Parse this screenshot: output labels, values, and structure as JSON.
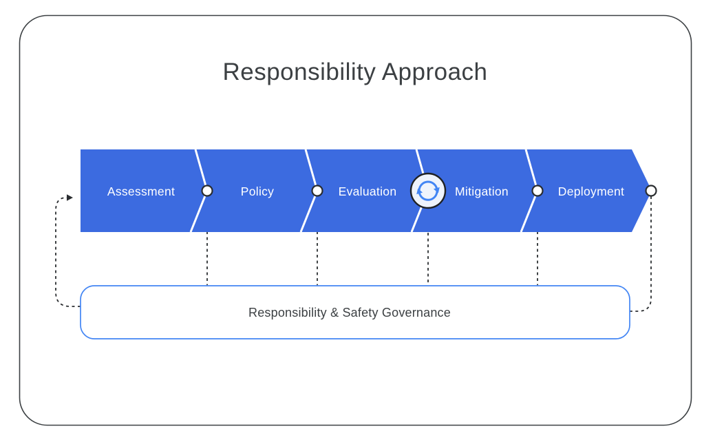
{
  "title": "Responsibility Approach",
  "process_band": {
    "stages": [
      {
        "label": "Assessment"
      },
      {
        "label": "Policy"
      },
      {
        "label": "Evaluation"
      },
      {
        "label": "Mitigation"
      },
      {
        "label": "Deployment"
      }
    ],
    "icons": {
      "between_evaluation_and_mitigation": "cycle-refresh-icon"
    }
  },
  "governance_box": {
    "label": "Responsibility & Safety Governance"
  },
  "connectors": {
    "feedback_loop": "dashed arrow from governance box back to start of process band",
    "stage_links": "dotted lines from each stage junction down to governance box"
  },
  "colors": {
    "band_blue": "#3c6be0",
    "governance_border_blue": "#4285f4",
    "cycle_icon_blue": "#4285f4",
    "cycle_icon_fill": "#eef3fc",
    "text_dark": "#3c4043",
    "connector_dark": "#2a2d30",
    "card_border": "#3c4043",
    "band_label_white": "#ffffff"
  }
}
